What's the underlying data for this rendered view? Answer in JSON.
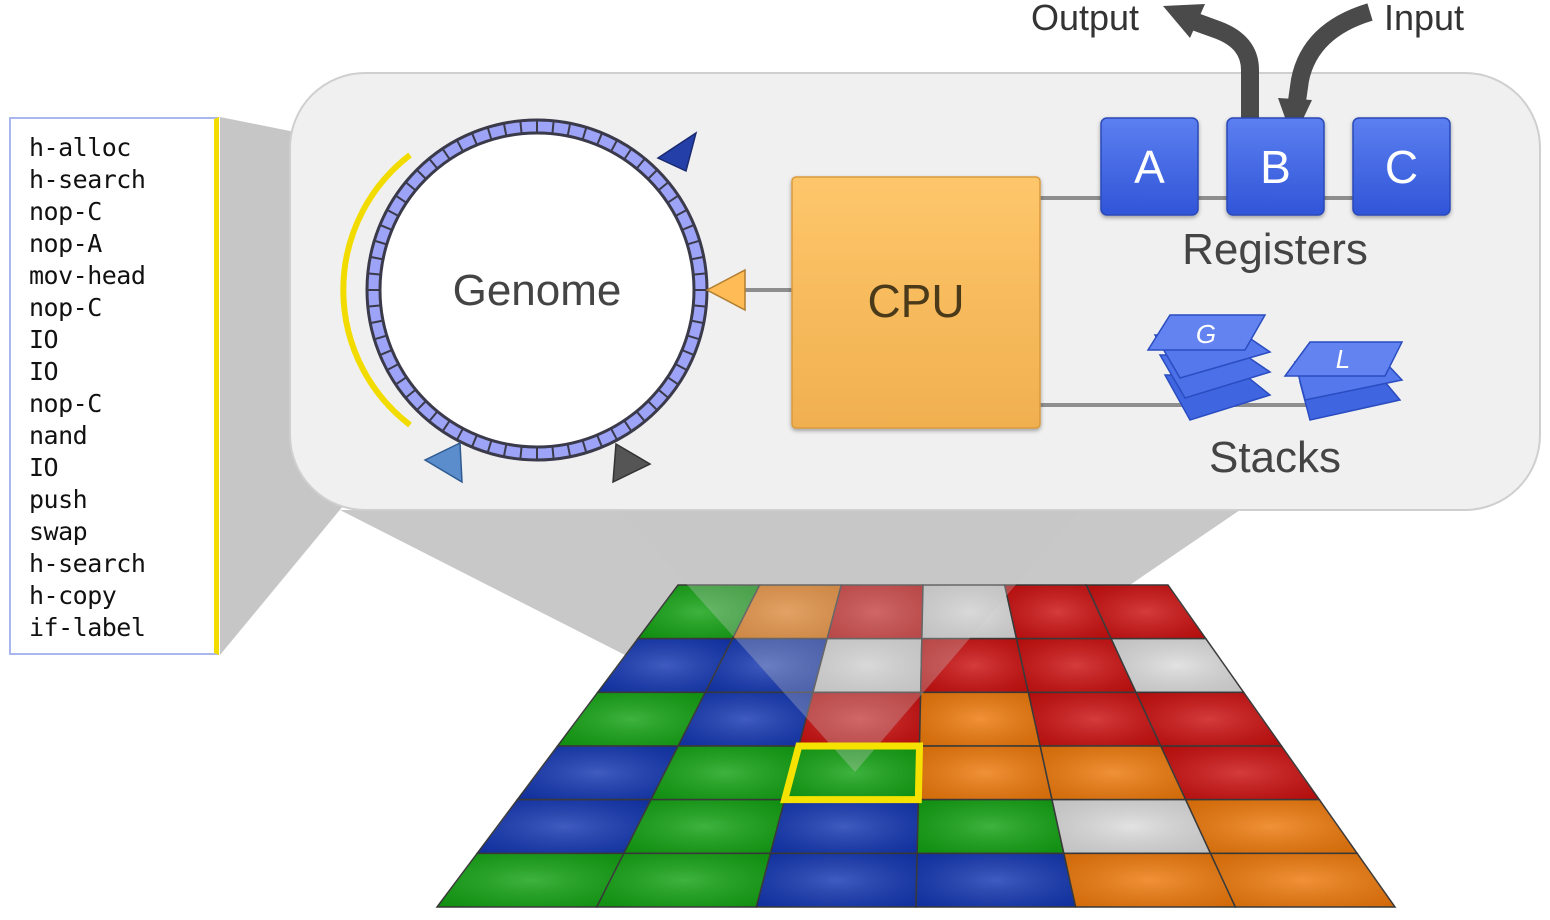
{
  "instructions": [
    "h-alloc",
    "h-search",
    "nop-C",
    "nop-A",
    "mov-head",
    "nop-C",
    "IO",
    "IO",
    "nop-C",
    "nand",
    "IO",
    "push",
    "swap",
    "h-search",
    "h-copy",
    "if-label"
  ],
  "labels": {
    "genome": "Genome",
    "cpu": "CPU",
    "registers": "Registers",
    "stacks": "Stacks",
    "output": "Output",
    "input": "Input",
    "stack_g": "G",
    "stack_l": "L"
  },
  "registers": [
    "A",
    "B",
    "C"
  ],
  "grid": {
    "cols": 6,
    "rows": 6,
    "cells": [
      [
        "green",
        "orange",
        "red",
        "gray",
        "red",
        "red"
      ],
      [
        "blue",
        "blue",
        "gray",
        "red",
        "red",
        "gray"
      ],
      [
        "green",
        "blue",
        "red",
        "orange",
        "red",
        "red"
      ],
      [
        "blue",
        "green",
        "green",
        "orange",
        "orange",
        "red"
      ],
      [
        "blue",
        "green",
        "blue",
        "green",
        "gray",
        "orange"
      ],
      [
        "green",
        "green",
        "blue",
        "blue",
        "orange",
        "orange"
      ]
    ],
    "highlight": {
      "row": 3,
      "col": 2
    }
  },
  "colors": {
    "green": "#14a314",
    "orange": "#ee7a0c",
    "red": "#cc1111",
    "blue": "#1538b2",
    "gray": "#dcdcdc",
    "register": "#3f63e0",
    "cpu": "#fbbd5c",
    "highlight": "#f5e200",
    "genome_ring": "#9da3f6",
    "pointer_dark_blue": "#2440a8",
    "pointer_orange": "#ffbb55",
    "pointer_light_blue": "#5b8dcc",
    "pointer_gray": "#555555"
  }
}
